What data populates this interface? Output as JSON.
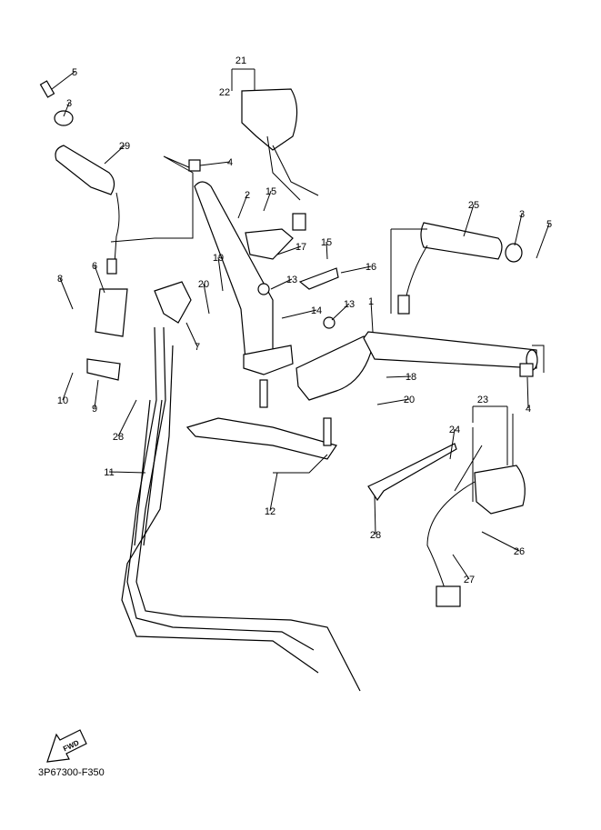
{
  "diagram_code": "3P67300-F350",
  "fwd_icon_text": "FWD",
  "callouts": [
    "5",
    "3",
    "29",
    "4",
    "21",
    "22",
    "2",
    "15",
    "17",
    "19",
    "20",
    "15",
    "16",
    "13",
    "13",
    "14",
    "1",
    "25",
    "3",
    "5",
    "8",
    "6",
    "7",
    "10",
    "9",
    "28",
    "11",
    "18",
    "20",
    "12",
    "4",
    "23",
    "24",
    "28",
    "26",
    "27"
  ]
}
